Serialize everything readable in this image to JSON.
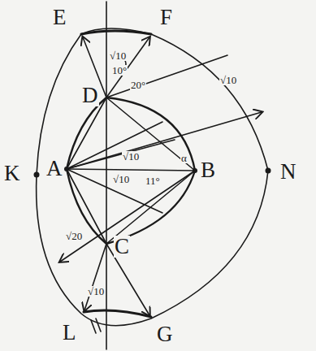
{
  "diagram": {
    "labels": [
      "E",
      "F",
      "D",
      "K",
      "A",
      "B",
      "N",
      "C",
      "L",
      "G",
      "√10",
      "10°",
      "20°",
      "√10",
      "√10",
      "α",
      "√10",
      "11°",
      "√20",
      "√10"
    ]
  }
}
